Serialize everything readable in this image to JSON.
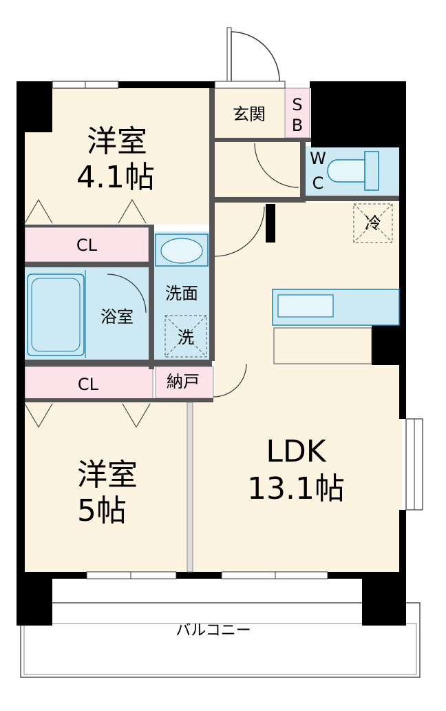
{
  "colors": {
    "wall": "#000000",
    "room_floor": "#fdf3e1",
    "closet": "#fce3ea",
    "wet_area": "#cdeaf4",
    "fixture_outline": "#1a7fb0",
    "balcony": "#ffffff",
    "line": "#444444"
  },
  "rooms": {
    "western_room_1": {
      "name": "洋室",
      "size": "4.1帖"
    },
    "western_room_2": {
      "name": "洋室",
      "size": "5帖"
    },
    "ldk": {
      "name": "LDK",
      "size": "13.1帖"
    },
    "entrance": "玄関",
    "shoe_box_s": "S",
    "shoe_box_b": "B",
    "toilet_w": "W",
    "toilet_c": "C",
    "fridge": "冷",
    "washroom": "洗面",
    "washer": "洗",
    "bathroom": "浴室",
    "closet_1": "CL",
    "closet_2": "CL",
    "storage": "納戸",
    "balcony": "バルコニー"
  }
}
